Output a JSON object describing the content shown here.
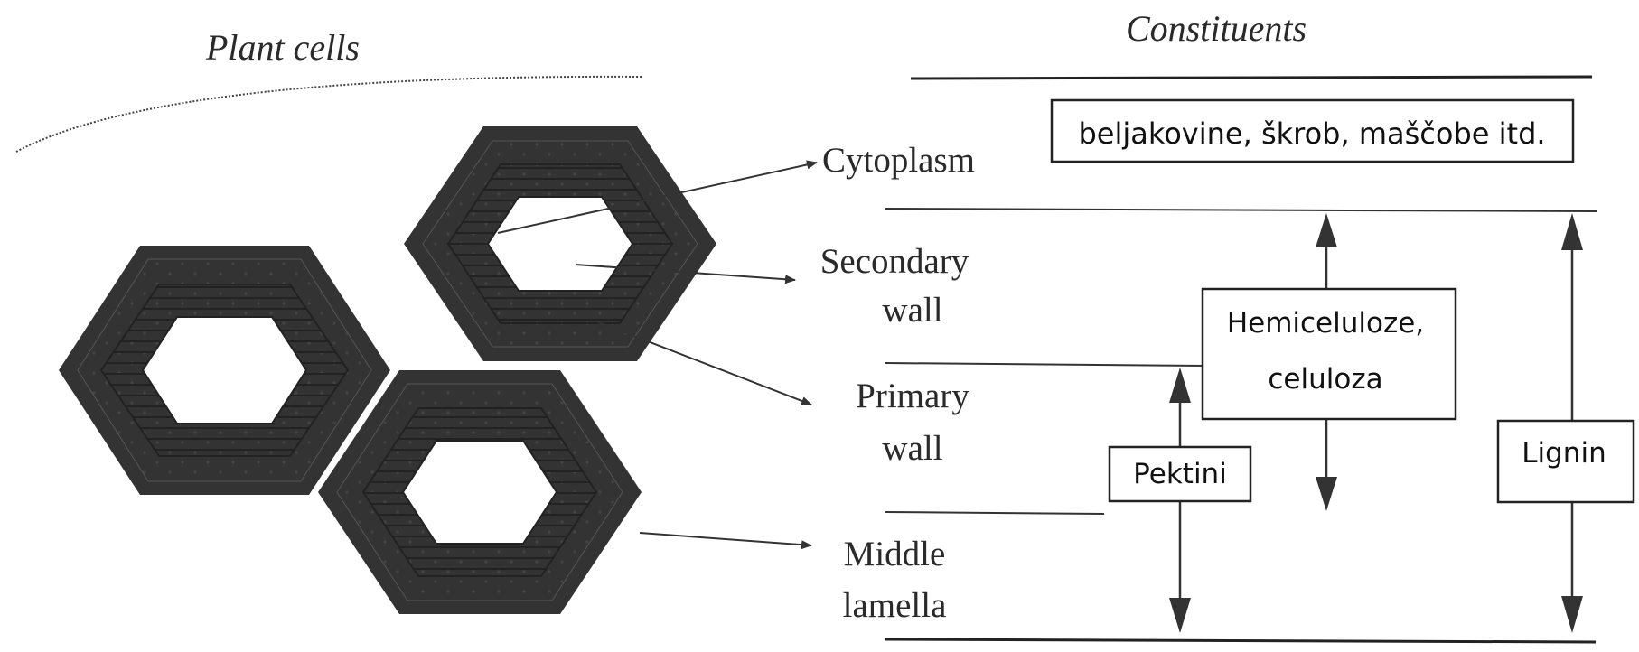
{
  "heading_left": "Plant cells",
  "heading_right": "Constituents",
  "layers": {
    "cytoplasm": "Cytoplasm",
    "secondary_wall_1": "Secondary",
    "secondary_wall_2": "wall",
    "primary_wall_1": "Primary",
    "primary_wall_2": "wall",
    "middle_lamella_1": "Middle",
    "middle_lamella_2": "lamella"
  },
  "boxes": {
    "cytoplasm_contents": "beljakovine, škrob, maščobe itd.",
    "hemicellulose_1": "Hemiceluloze,",
    "hemicellulose_2": "celuloza",
    "pectins": "Pektini",
    "lignin": "Lignin"
  },
  "colors": {
    "ink": "#2a2a2a",
    "wall": "#333333",
    "paper": "#ffffff"
  }
}
